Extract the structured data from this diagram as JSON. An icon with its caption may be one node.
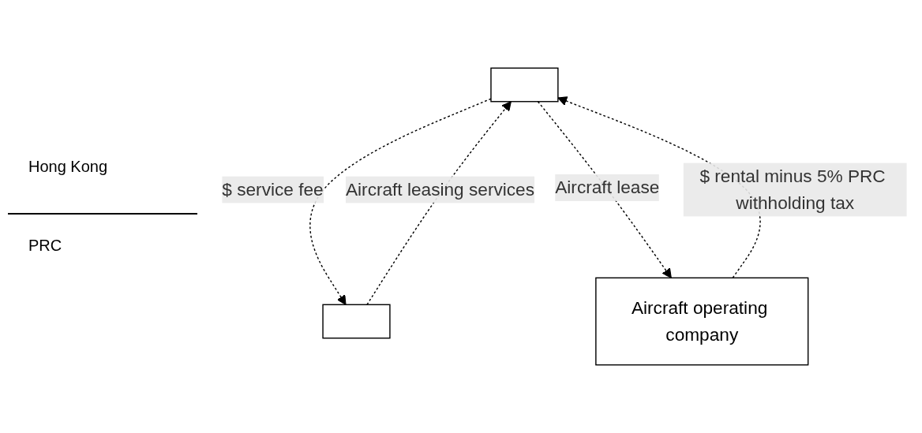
{
  "diagram": {
    "nodes": [
      {
        "text": [],
        "shape": "box"
      },
      {
        "text": [],
        "shape": "box"
      },
      {
        "text": [
          "Aircraft operating company"
        ]
      }
    ],
    "edges": [
      {
        "from": 0,
        "to": 1,
        "arrow": "to",
        "label": "$ service fee",
        "style": "dashed"
      },
      {
        "from": 1,
        "to": 0,
        "arrow": "to",
        "label": "Aircraft leasing services",
        "style": "dashed"
      },
      {
        "from": 2,
        "to": 0,
        "arrow": "to",
        "label": "$ rental minus 5% PRC withholding tax",
        "style": "dashed"
      },
      {
        "from": 0,
        "to": 2,
        "arrow": "to",
        "label": "Aircraft lease",
        "style": "dashed"
      }
    ],
    "labels": [
      "Hong Kong",
      "PRC"
    ]
  }
}
